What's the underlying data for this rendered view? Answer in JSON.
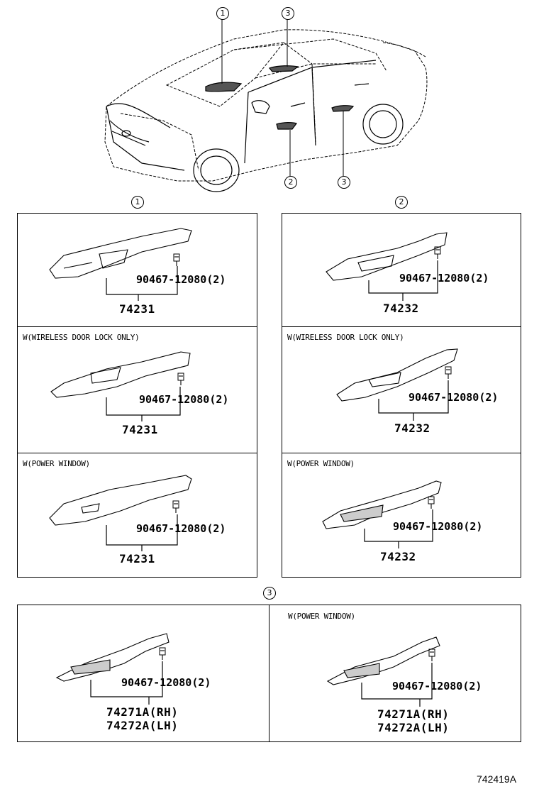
{
  "car_callouts": [
    "1",
    "3",
    "2",
    "3"
  ],
  "section_markers": [
    "1",
    "2",
    "3"
  ],
  "panel1": {
    "parts": [
      {
        "condition": "",
        "bolt": "90467-12080(2)",
        "part": "74231"
      },
      {
        "condition": "W(WIRELESS DOOR LOCK ONLY)",
        "bolt": "90467-12080(2)",
        "part": "74231"
      },
      {
        "condition": "W(POWER WINDOW)",
        "bolt": "90467-12080(2)",
        "part": "74231"
      }
    ]
  },
  "panel2": {
    "parts": [
      {
        "condition": "",
        "bolt": "90467-12080(2)",
        "part": "74232"
      },
      {
        "condition": "W(WIRELESS DOOR LOCK ONLY)",
        "bolt": "90467-12080(2)",
        "part": "74232"
      },
      {
        "condition": "W(POWER WINDOW)",
        "bolt": "90467-12080(2)",
        "part": "74232"
      }
    ]
  },
  "panel3": {
    "parts": [
      {
        "condition": "",
        "bolt": "90467-12080(2)",
        "part_rh": "74271A(RH)",
        "part_lh": "74272A(LH)"
      },
      {
        "condition": "W(POWER WINDOW)",
        "bolt": "90467-12080(2)",
        "part_rh": "74271A(RH)",
        "part_lh": "74272A(LH)"
      }
    ]
  },
  "diagram_code": "742419A"
}
